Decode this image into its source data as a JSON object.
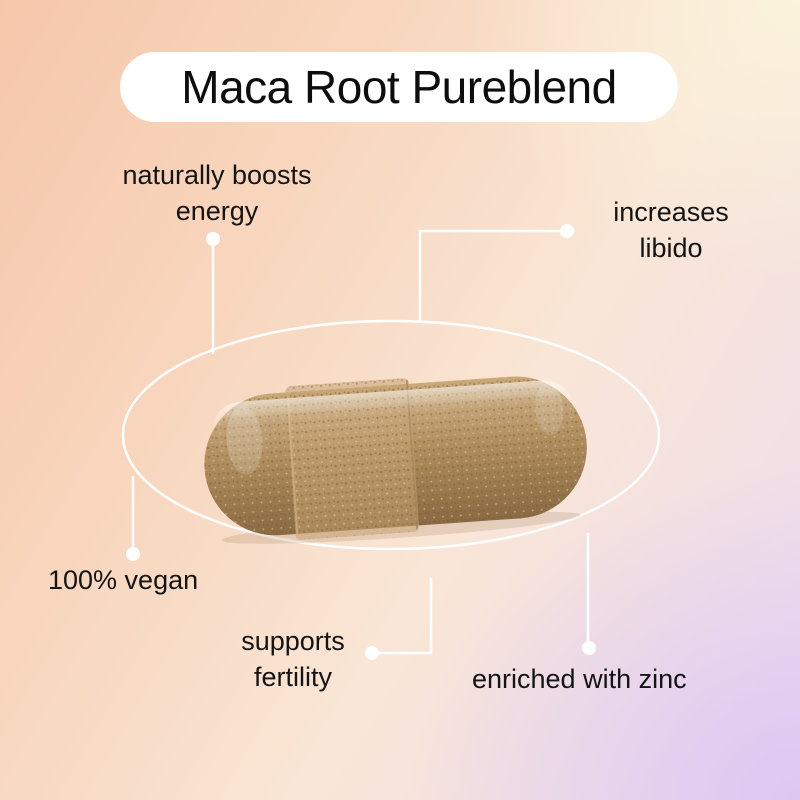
{
  "title": "Maca Root Pureblend",
  "callouts": {
    "energy": [
      "naturally boosts",
      "energy"
    ],
    "libido": [
      "increases",
      "libido"
    ],
    "vegan": [
      "100% vegan"
    ],
    "fertility": [
      "supports",
      "fertility"
    ],
    "zinc": [
      "enriched with zinc"
    ]
  },
  "colors": {
    "bg_peach": "#f6c7ab",
    "bg_lavender": "#dcc8f2",
    "bg_cream": "#fbf3dc",
    "line": "#ffffff",
    "capsule_powder": "#b08e5e"
  },
  "icons": [
    "capsule-image"
  ]
}
